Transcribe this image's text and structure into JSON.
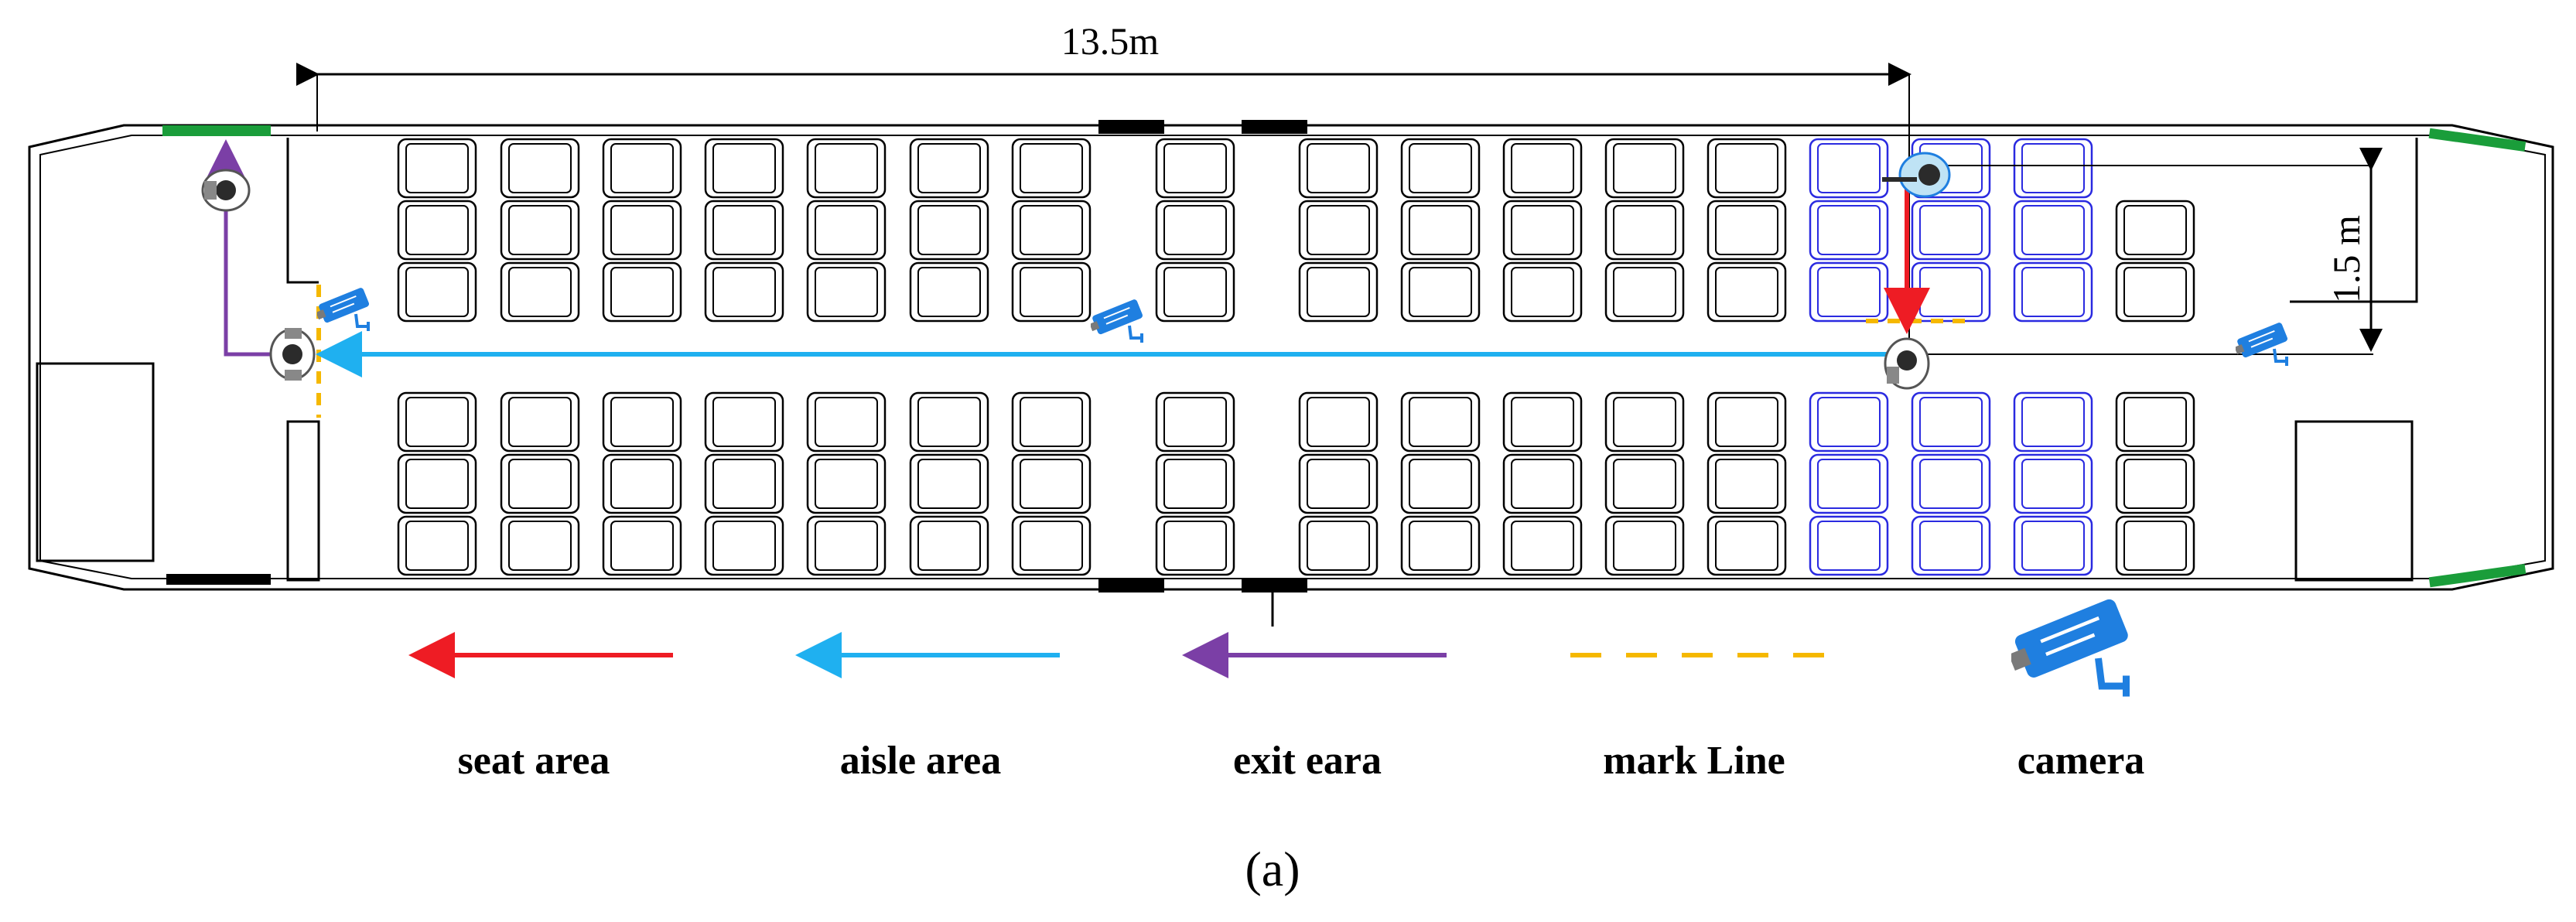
{
  "dimensions": {
    "length_label": "13.5m",
    "width_label": "1.5 m"
  },
  "legend": [
    {
      "label": "seat area",
      "color": "#ee1c24",
      "symbol": "arrow"
    },
    {
      "label": "aisle area",
      "color": "#1fb0f0",
      "symbol": "arrow"
    },
    {
      "label": "exit eara",
      "color": "#7b3fa6",
      "symbol": "arrow"
    },
    {
      "label": "mark Line",
      "color": "#f5b800",
      "symbol": "dashed-line"
    },
    {
      "label": "camera",
      "color": "#1f7fe0",
      "symbol": "camera-icon"
    }
  ],
  "caption": "(a)",
  "colors": {
    "seat_outline": "#000000",
    "highlight_seat_outline": "#2a2ae0",
    "exit_door_marker": "#1a9d3a",
    "door_marker": "#000000",
    "camera": "#1f7fe0"
  }
}
